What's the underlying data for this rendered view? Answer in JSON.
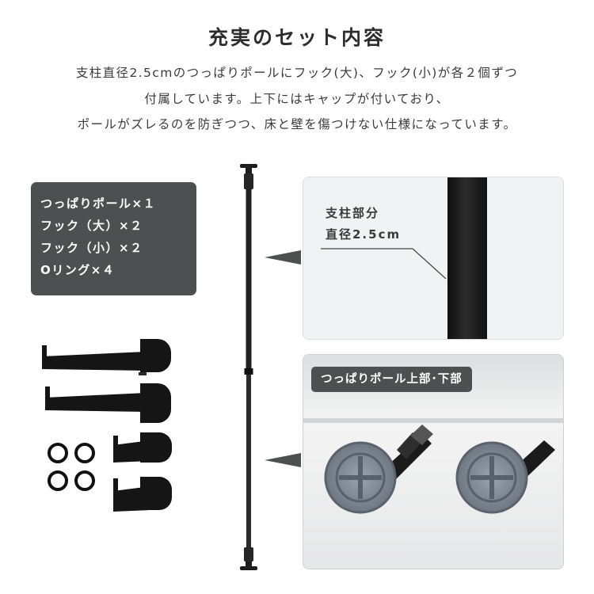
{
  "title": "充実のセット内容",
  "description": [
    "支柱直径2.5cmのつっぱりポールにフック(大)、フック(小)が各２個ずつ",
    "付属しています。上下にはキャップが付いており、",
    "ポールがズレるのを防ぎつつ、床と壁を傷つけない仕様になっています。"
  ],
  "spec_list": [
    "つっぱりポール×１",
    "フック（大）×２",
    "フック（小）×２",
    "Oリング×４"
  ],
  "pole_caption": [
    "支柱部分",
    "直径2.5cm"
  ],
  "caps_caption": "つっぱりポール上部･下部",
  "colors": {
    "dark_panel": "#4d4f50",
    "pole": "#1e1e1e",
    "text": "#333333",
    "cap": "#8d95a0"
  }
}
